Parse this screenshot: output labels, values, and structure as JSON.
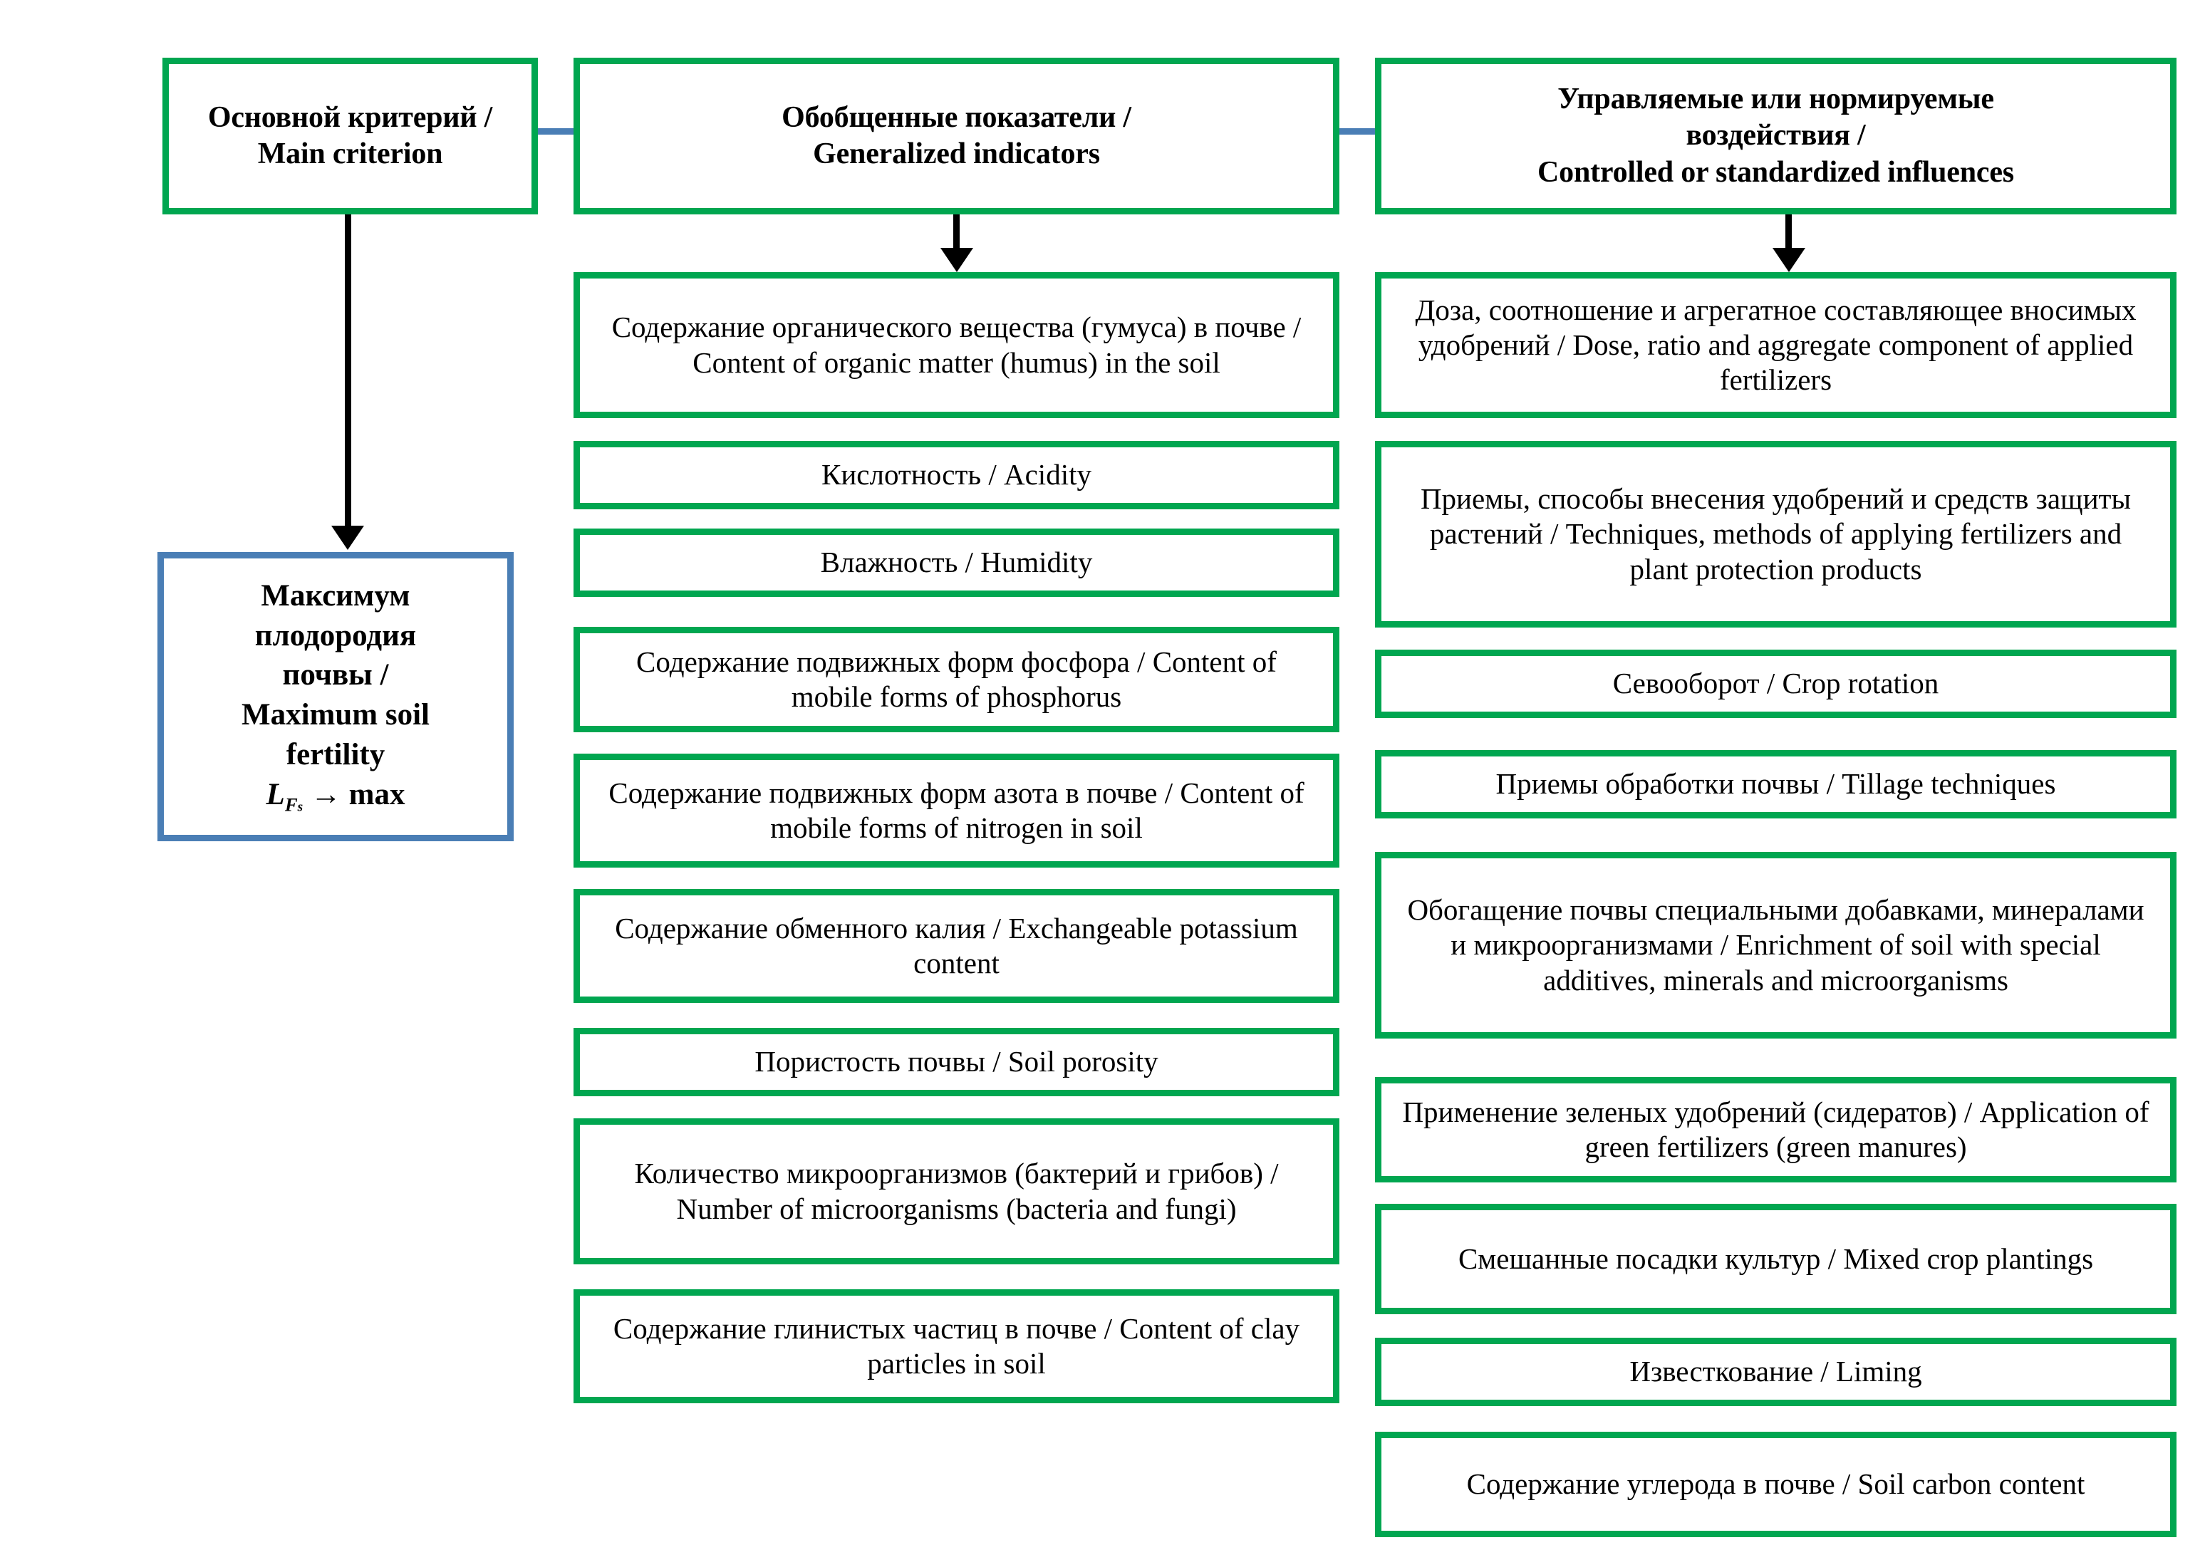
{
  "diagram": {
    "title": "Soil fertility criteria, generalized indicators and controlled influences",
    "colors": {
      "box_border_green": "#00a650",
      "box_border_blue": "#4a7eb5",
      "connector_blue": "#4a7eb5",
      "arrow_black": "#000000",
      "background": "#ffffff",
      "text": "#000000"
    }
  },
  "columns": {
    "criterion": {
      "header": "Основной критерий /\nMain criterion",
      "header_line1": "Основной критерий /",
      "header_line2": "Main criterion",
      "goal_box": {
        "line1": "Максимум",
        "line2": "плодородия",
        "line3": "почвы /",
        "line4": "Maximum soil",
        "line5": "fertility",
        "formula_symbol": "L",
        "formula_subscript_1": "F",
        "formula_subscript_2": "s",
        "formula_tail": " → max"
      }
    },
    "indicators": {
      "header_line1": "Обобщенные показатели /",
      "header_line2": "Generalized indicators",
      "items": [
        "Содержание органического вещества (гумуса) в почве / Content of organic matter (humus) in the soil",
        "Кислотность / Acidity",
        "Влажность / Humidity",
        "Содержание подвижных форм фосфора / Content of mobile forms of phosphorus",
        "Содержание подвижных форм азота в почве / Content of mobile forms of nitrogen in soil",
        "Содержание обменного калия / Exchangeable potassium content",
        "Пористость почвы / Soil porosity",
        "Количество микроорганизмов (бактерий и грибов) / Number of microorganisms (bacteria and fungi)",
        "Содержание глинистых частиц в почве / Content of clay particles in soil"
      ]
    },
    "influences": {
      "header_line1": "Управляемые или нормируемые",
      "header_line2": "воздействия /",
      "header_line3": "Controlled or standardized influences",
      "items": [
        "Доза, соотношение и агрегатное составляющее вносимых удобрений / Dose, ratio and aggregate component of applied fertilizers",
        "Приемы, способы внесения удобрений и средств защиты растений / Techniques, methods of applying fertilizers and plant protection products",
        "Севооборот / Crop rotation",
        "Приемы обработки почвы / Tillage techniques",
        "Обогащение почвы специальными добавками, минералами и микроорганизмами / Enrichment of soil with special additives, minerals and microorganisms",
        "Применение зеленых удобрений (сидератов) / Application of green fertilizers (green manures)",
        "Смешанные посадки культур / Mixed crop plantings",
        "Известкование / Liming",
        "Содержание углерода в почве / Soil carbon content"
      ]
    }
  }
}
